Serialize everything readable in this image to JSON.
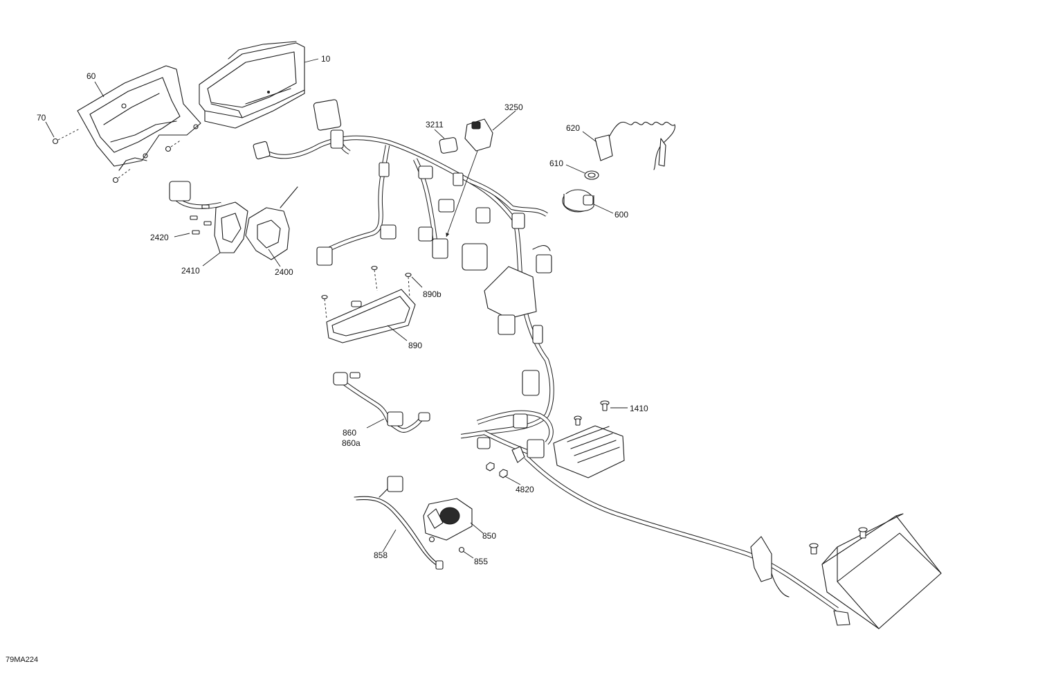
{
  "callouts": {
    "c10": "10",
    "c60": "60",
    "c70": "70",
    "c3211": "3211",
    "c3250": "3250",
    "c620": "620",
    "c610": "610",
    "c600": "600",
    "c2420": "2420",
    "c2410": "2410",
    "c2400": "2400",
    "c890b": "890b",
    "c890": "890",
    "c1410": "1410",
    "c860": "860",
    "c860a": "860a",
    "c4820": "4820",
    "c850": "850",
    "c855": "855",
    "c858": "858"
  },
  "reference_code": "79MA224"
}
